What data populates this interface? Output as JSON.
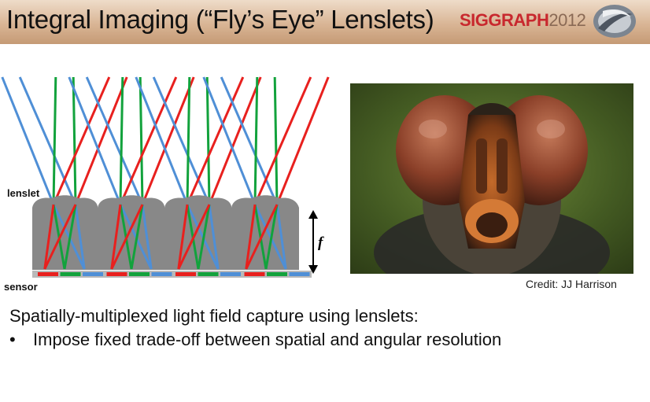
{
  "header": {
    "title": "Integral Imaging (“Fly’s Eye” Lenslets)",
    "brand": "SIGGRAPH",
    "brand_year": "2012"
  },
  "diagram": {
    "lenslet_label": "lenslet",
    "sensor_label": "sensor",
    "focal_label": "f",
    "colors": {
      "red": "#e8201e",
      "green": "#12a23c",
      "blue": "#4f8fd6",
      "body": "#888888"
    }
  },
  "photo": {
    "credit": "Credit: JJ Harrison"
  },
  "content": {
    "text": "Spatially-multiplexed light field capture using lenslets:",
    "bullet": "Impose fixed trade-off between spatial and angular resolution"
  }
}
